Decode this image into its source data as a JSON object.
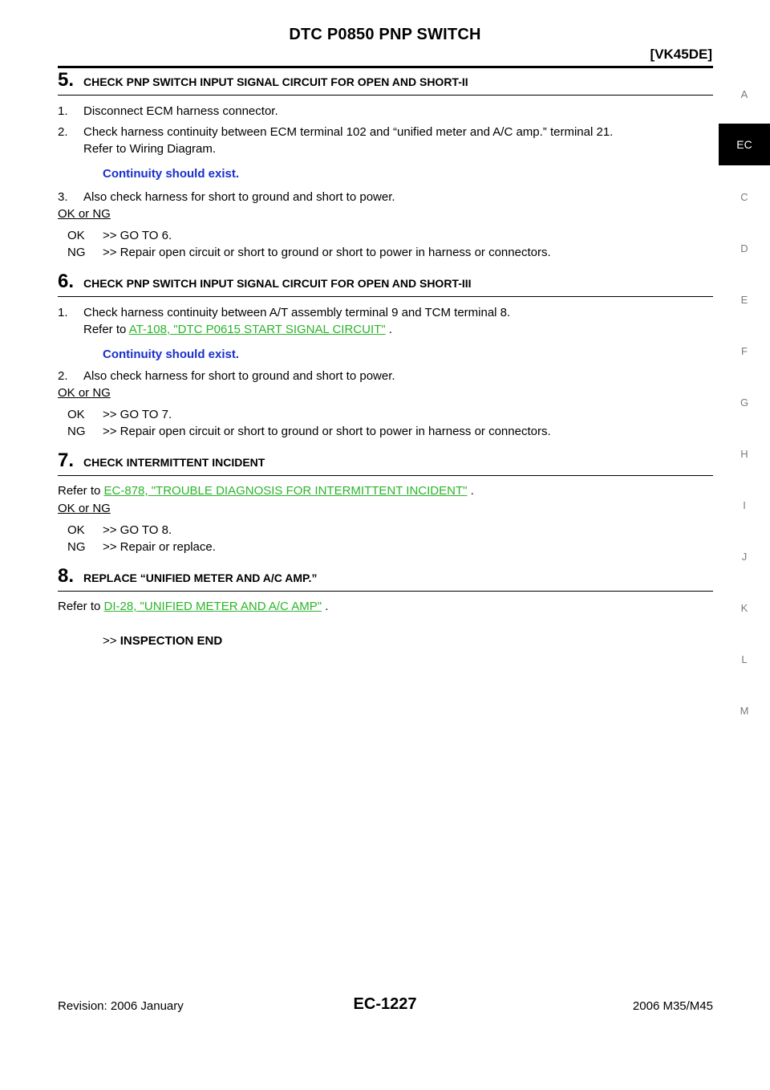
{
  "header": {
    "title": "DTC P0850 PNP SWITCH",
    "code": "[VK45DE]"
  },
  "side_tabs": [
    "A",
    "EC",
    "C",
    "D",
    "E",
    "F",
    "G",
    "H",
    "I",
    "J",
    "K",
    "L",
    "M"
  ],
  "step5": {
    "num": "5.",
    "title": "CHECK PNP SWITCH INPUT SIGNAL CIRCUIT FOR OPEN AND SHORT-II",
    "item1_n": "1.",
    "item1": "Disconnect ECM harness connector.",
    "item2_n": "2.",
    "item2_line1": "Check harness continuity between ECM terminal 102 and “unified meter and A/C amp.” terminal 21.",
    "item2_line2": "Refer to Wiring Diagram.",
    "note": "Continuity should exist.",
    "item3_n": "3.",
    "item3": "Also check harness for short to ground and short to power.",
    "okng": "OK or NG",
    "ok_k": "OK",
    "ok_v": ">> GO TO 6.",
    "ng_k": "NG",
    "ng_v": ">> Repair open circuit or short to ground or short to power in harness or connectors."
  },
  "step6": {
    "num": "6.",
    "title": "CHECK PNP SWITCH INPUT SIGNAL CIRCUIT FOR OPEN AND SHORT-III",
    "item1_n": "1.",
    "item1_line1": "Check harness continuity between A/T assembly terminal 9 and TCM terminal 8.",
    "item1_prefix": "Refer to",
    "item1_link": "AT-108, \"DTC P0615 START SIGNAL CIRCUIT\"",
    "item1_suffix": ".",
    "note": "Continuity should exist.",
    "item2_n": "2.",
    "item2": "Also check harness for short to ground and short to power.",
    "okng": "OK or NG",
    "ok_k": "OK",
    "ok_v": ">> GO TO 7.",
    "ng_k": "NG",
    "ng_v": ">> Repair open circuit or short to ground or short to power in harness or connectors."
  },
  "step7": {
    "num": "7.",
    "title": "CHECK INTERMITTENT INCIDENT",
    "prefix": "Refer to",
    "link": "EC-878, \"TROUBLE DIAGNOSIS FOR INTERMITTENT INCIDENT\"",
    "suffix": ".",
    "okng": "OK or NG",
    "ok_k": "OK",
    "ok_v": ">> GO TO 8.",
    "ng_k": "NG",
    "ng_v": ">> Repair or replace."
  },
  "step8": {
    "num": "8.",
    "title": "REPLACE “UNIFIED METER AND A/C AMP.”",
    "prefix": "Refer to",
    "link": "DI-28, \"UNIFIED METER AND A/C AMP\"",
    "suffix": ".",
    "end_prefix": ">>",
    "end_label": "INSPECTION END"
  },
  "footer": {
    "revision": "Revision: 2006 January",
    "page": "EC-1227",
    "model": "2006 M35/M45"
  }
}
